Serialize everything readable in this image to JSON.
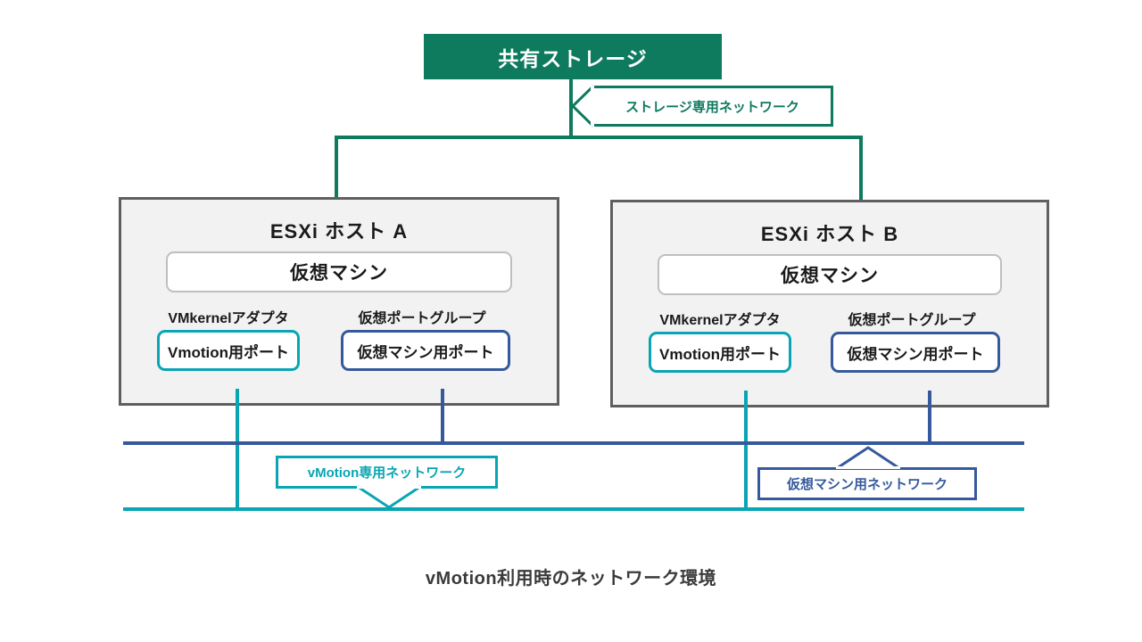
{
  "diagram": {
    "caption": "vMotion利用時のネットワーク環境",
    "storage": {
      "label": "共有ストレージ",
      "color": "#0E7A5E"
    },
    "storage_network_callout": {
      "label": "ストレージ専用ネットワーク",
      "color": "#0E7A5E"
    },
    "hosts": [
      {
        "title": "ESXi ホスト A",
        "vm_label": "仮想マシン",
        "vmkernel_group_label": "VMkernelアダプタ",
        "vmkernel_port_label": "Vmotion用ポート",
        "portgroup_group_label": "仮想ポートグループ",
        "portgroup_port_label": "仮想マシン用ポート",
        "vmkernel_color": "#09A5B4",
        "portgroup_color": "#35599C",
        "border_color": "#5F5F5F",
        "fill_color": "#F2F2F2"
      },
      {
        "title": "ESXi ホスト B",
        "vm_label": "仮想マシン",
        "vmkernel_group_label": "VMkernelアダプタ",
        "vmkernel_port_label": "Vmotion用ポート",
        "portgroup_group_label": "仮想ポートグループ",
        "portgroup_port_label": "仮想マシン用ポート",
        "vmkernel_color": "#09A5B4",
        "portgroup_color": "#35599C",
        "border_color": "#5F5F5F",
        "fill_color": "#F2F2F2"
      }
    ],
    "networks": [
      {
        "name": "vm-network",
        "callout_label": "仮想マシン用ネットワーク",
        "color": "#35599C"
      },
      {
        "name": "vmotion-network",
        "callout_label": "vMotion専用ネットワーク",
        "color": "#09A5B4"
      }
    ]
  }
}
